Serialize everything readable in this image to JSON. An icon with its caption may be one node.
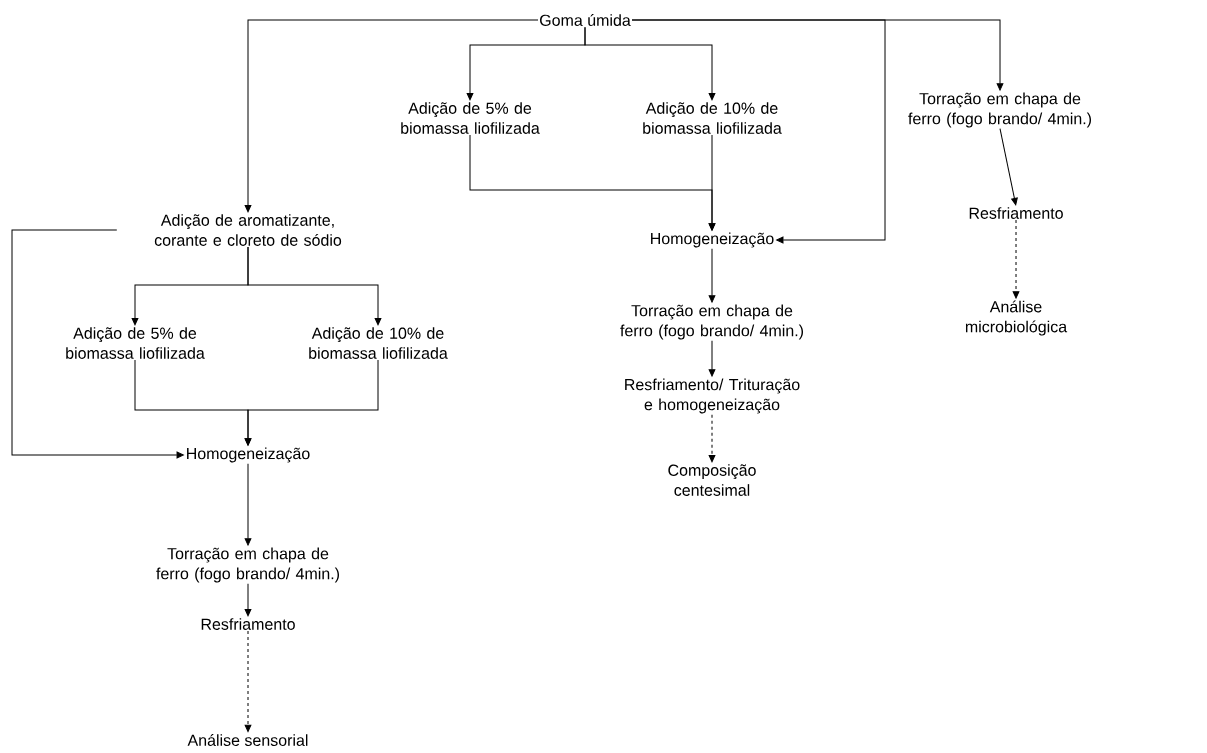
{
  "diagram": {
    "nodes": [
      {
        "text": [
          "Goma úmida"
        ]
      },
      {
        "text": [
          "Adição de 5% de biomassa liofilizada"
        ]
      },
      {
        "text": [
          "Adição de 10% de biomassa liofilizada"
        ]
      },
      {
        "text": [
          "Torração em chapa de ferro (fogo brando/ 4min.)"
        ]
      },
      {
        "text": [
          "Adição de aromatizante, corante e cloreto de sódio"
        ]
      },
      {
        "text": [
          "Homogeneização"
        ]
      },
      {
        "text": [
          "Resfriamento"
        ]
      },
      {
        "text": [
          "Adição de 5% de biomassa liofilizada"
        ]
      },
      {
        "text": [
          "Adição de 10% de biomassa liofilizada"
        ]
      },
      {
        "text": [
          "Torração em chapa de ferro (fogo brando/ 4min.)"
        ]
      },
      {
        "text": [
          "Análise microbiológica"
        ]
      },
      {
        "text": [
          "Homogeneização"
        ]
      },
      {
        "text": [
          "Resfriamento/ Trituração e homogeneização"
        ]
      },
      {
        "text": [
          "Torração em chapa de ferro (fogo brando/ 4min.)"
        ]
      },
      {
        "text": [
          "Composição centesimal"
        ]
      },
      {
        "text": [
          "Resfriamento"
        ]
      },
      {
        "text": [
          "Análise sensorial"
        ]
      }
    ],
    "edges": [
      {
        "from": 0,
        "to": 4,
        "arrow": "to"
      },
      {
        "from": 0,
        "to": 1,
        "arrow": "to"
      },
      {
        "from": 0,
        "to": 2,
        "arrow": "to"
      },
      {
        "from": 0,
        "to": 3,
        "arrow": "to"
      },
      {
        "from": 0,
        "to": 5,
        "arrow": "to"
      },
      {
        "from": 1,
        "to": 5,
        "arrow": "to"
      },
      {
        "from": 2,
        "to": 5,
        "arrow": "to"
      },
      {
        "from": 3,
        "to": 6,
        "arrow": "to"
      },
      {
        "from": 6,
        "to": 10,
        "arrow": "to",
        "style": "dashed"
      },
      {
        "from": 4,
        "to": 7,
        "arrow": "to"
      },
      {
        "from": 4,
        "to": 8,
        "arrow": "to"
      },
      {
        "from": 4,
        "to": 11,
        "arrow": "to"
      },
      {
        "from": 7,
        "to": 11,
        "arrow": "to"
      },
      {
        "from": 8,
        "to": 11,
        "arrow": "to"
      },
      {
        "from": 5,
        "to": 9,
        "arrow": "to"
      },
      {
        "from": 9,
        "to": 12,
        "arrow": "to"
      },
      {
        "from": 12,
        "to": 14,
        "arrow": "to",
        "style": "dashed"
      },
      {
        "from": 11,
        "to": 13,
        "arrow": "to"
      },
      {
        "from": 13,
        "to": 15,
        "arrow": "to"
      },
      {
        "from": 15,
        "to": 16,
        "arrow": "to",
        "style": "dashed"
      }
    ]
  }
}
